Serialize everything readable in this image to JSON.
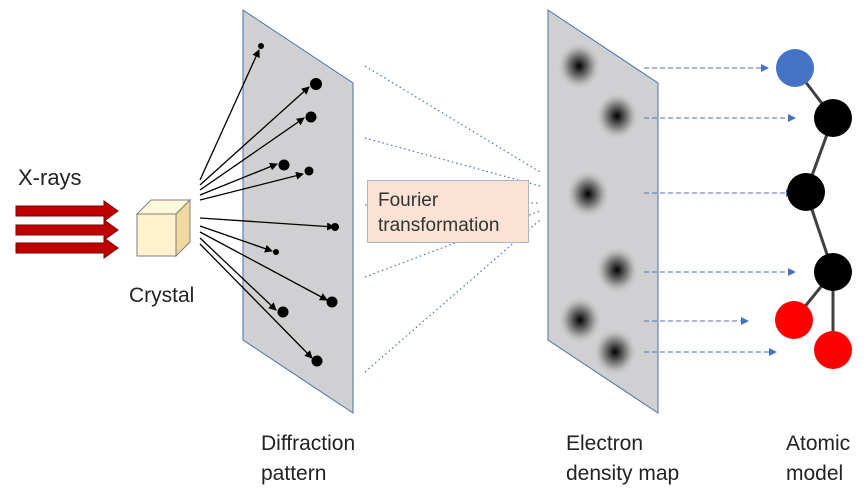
{
  "labels": {
    "xrays": "X-rays",
    "crystal": "Crystal",
    "fourier_line1": "Fourier",
    "fourier_line2": "transformation",
    "diffraction_line1": "Diffraction",
    "diffraction_line2": "pattern",
    "electron_line1": "Electron",
    "electron_line2": "density map",
    "atomic_line1": "Atomic",
    "atomic_line2": "model"
  },
  "colors": {
    "xray_arrow": "#c00000",
    "panel_fill": "#d0d0d2",
    "panel_edge": "#4a6fa5",
    "crystal_face": "#fff2cc",
    "fourier_box": "#fae3d4",
    "dotted_line": "#4472c4",
    "atom_blue": "#4472c4",
    "atom_black": "#000000",
    "atom_red": "#ff0000"
  },
  "atoms": [
    {
      "name": "atom-blue",
      "color": "blue"
    },
    {
      "name": "atom-black-1",
      "color": "black"
    },
    {
      "name": "atom-black-2",
      "color": "black"
    },
    {
      "name": "atom-black-3",
      "color": "black"
    },
    {
      "name": "atom-red-1",
      "color": "red"
    },
    {
      "name": "atom-red-2",
      "color": "red"
    }
  ]
}
